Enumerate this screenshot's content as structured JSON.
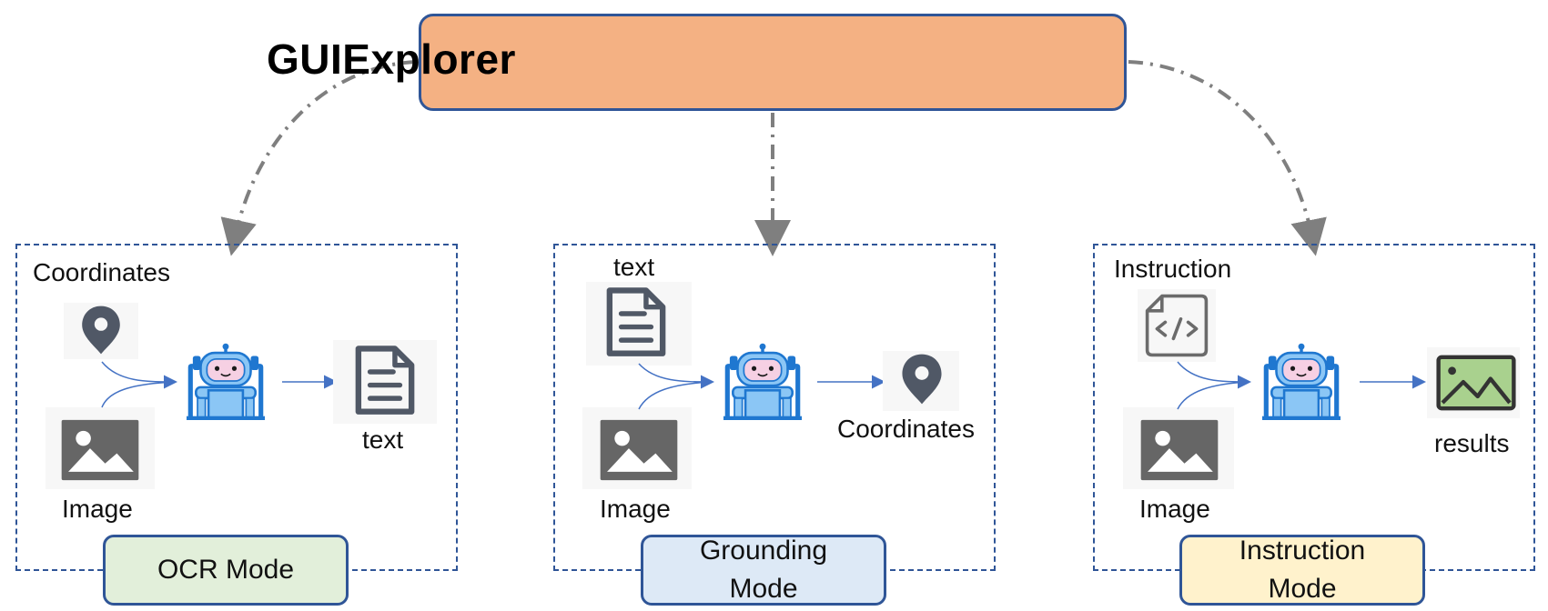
{
  "title": "GUIExplorer",
  "panels": [
    {
      "mode": "OCR Mode",
      "inputs": [
        "Coordinates",
        "Image"
      ],
      "output": "text",
      "mode_color": "#e2efda"
    },
    {
      "mode": "Grounding Mode",
      "inputs": [
        "text",
        "Image"
      ],
      "output": "Coordinates",
      "mode_color": "#dde9f6"
    },
    {
      "mode": "Instruction Mode",
      "inputs": [
        "Instruction",
        "Image"
      ],
      "output": "results",
      "mode_color": "#fff2cc"
    }
  ],
  "colors": {
    "header_fill": "#f4b183",
    "border": "#2f5597",
    "arrow": "#4472c4",
    "connector": "#7f7f7f",
    "icon_gray": "#595959"
  },
  "icons": [
    "robot-icon",
    "location-pin-icon",
    "image-icon",
    "document-icon",
    "code-icon",
    "landscape-result-icon"
  ]
}
